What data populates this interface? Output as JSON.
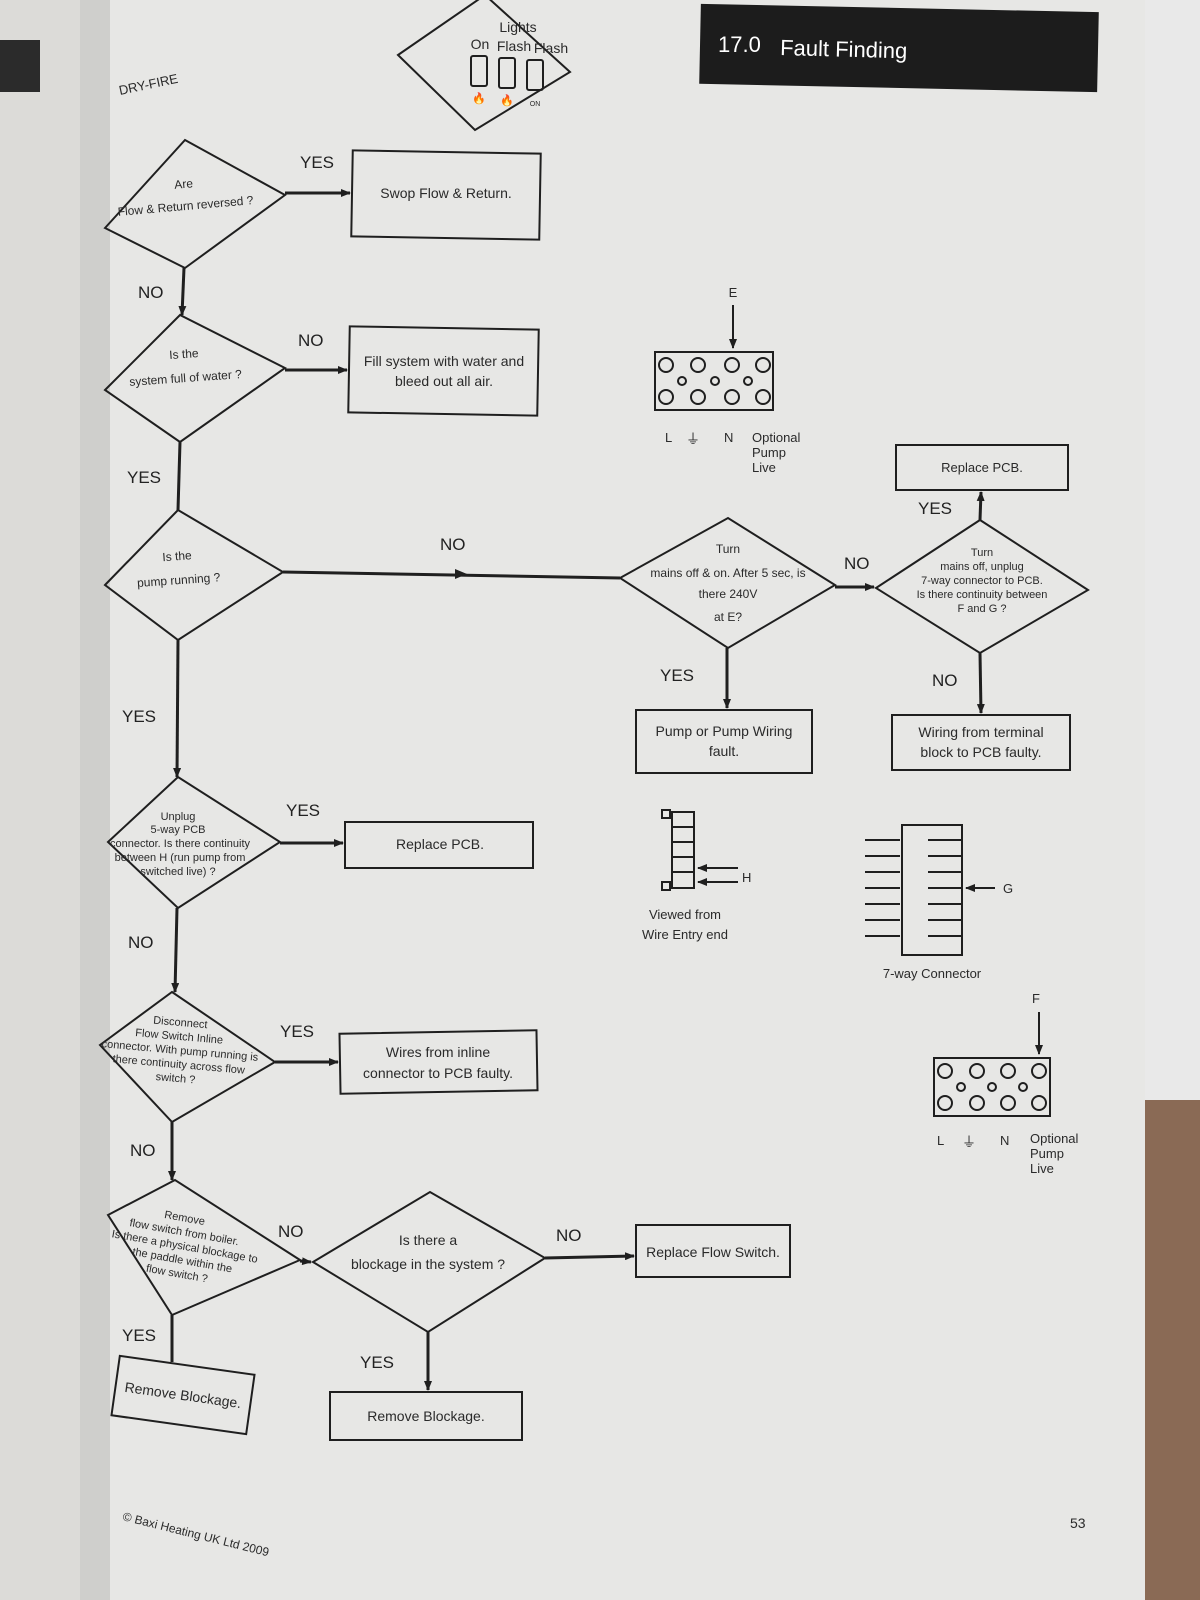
{
  "header": {
    "section_number": "17.0",
    "title": "Fault Finding"
  },
  "side_label": "DRY-FIRE",
  "lights": {
    "title": "Lights",
    "states": [
      "On",
      "Flash",
      "Flash"
    ],
    "icon_on_label": "ON"
  },
  "q1": {
    "lines": [
      "Are",
      "Flow & Return reversed ?"
    ],
    "yes": "YES",
    "no": "NO",
    "yes_action": "Swop Flow & Return."
  },
  "q2": {
    "lines": [
      "Is the",
      "system full of water ?"
    ],
    "no": "NO",
    "yes": "YES",
    "no_action": [
      "Fill system with water and",
      "bleed out all air."
    ]
  },
  "q3": {
    "lines": [
      "Is the",
      "pump running ?"
    ],
    "no": "NO",
    "yes": "YES"
  },
  "q4": {
    "lines": [
      "Turn",
      "mains off & on. After 5 sec, is",
      "there 240V",
      "at E?"
    ],
    "no": "NO",
    "yes": "YES",
    "yes_action": [
      "Pump or Pump Wiring",
      "fault."
    ]
  },
  "q5": {
    "lines": [
      "Turn",
      "mains off, unplug",
      "7-way connector to PCB.",
      "Is there continuity between",
      "F and G ?"
    ],
    "yes": "YES",
    "no": "NO",
    "yes_action": "Replace PCB.",
    "no_action": [
      "Wiring from terminal",
      "block to PCB faulty."
    ]
  },
  "q6": {
    "lines": [
      "Unplug",
      "5-way PCB",
      "connector. Is there continuity",
      "between H (run pump from",
      "switched live) ?"
    ],
    "yes": "YES",
    "no": "NO",
    "yes_action": "Replace PCB."
  },
  "q7": {
    "lines": [
      "Disconnect",
      "Flow Switch Inline",
      "connector. With pump running is",
      "there continuity across flow",
      "switch ?"
    ],
    "yes": "YES",
    "no": "NO",
    "yes_action": [
      "Wires from inline",
      "connector to PCB faulty."
    ]
  },
  "q8": {
    "lines": [
      "Remove",
      "flow switch from boiler.",
      "Is there a physical blockage to",
      "the paddle within the",
      "flow switch ?"
    ],
    "no": "NO",
    "yes": "YES",
    "yes_action": "Remove Blockage."
  },
  "q9": {
    "lines": [
      "Is there a",
      "blockage in the system ?"
    ],
    "no": "NO",
    "yes": "YES",
    "no_action": "Replace Flow Switch.",
    "yes_action": "Remove Blockage."
  },
  "terminal_top": {
    "point": "E",
    "labels": [
      "L",
      "⏚",
      "N"
    ],
    "optional": [
      "Optional",
      "Pump",
      "Live"
    ]
  },
  "terminal_bottom": {
    "point": "F",
    "labels": [
      "L",
      "⏚",
      "N"
    ],
    "optional": [
      "Optional",
      "Pump",
      "Live"
    ]
  },
  "connector5": {
    "point": "H",
    "caption": [
      "Viewed from",
      "Wire Entry end"
    ]
  },
  "connector7": {
    "point": "G",
    "caption": "7-way Connector"
  },
  "footer": {
    "copyright": "© Baxi Heating UK Ltd 2009",
    "page_number": "53"
  }
}
